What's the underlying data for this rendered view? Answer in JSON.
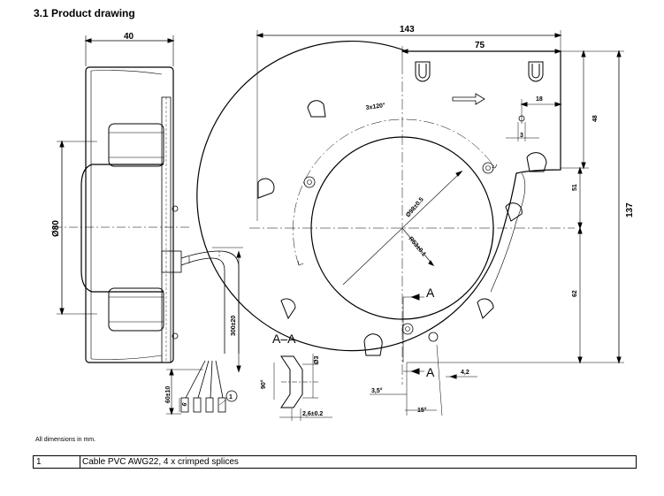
{
  "heading": "3.1 Product drawing",
  "dimensions": {
    "width_40": "40",
    "dia_80": "Ø80",
    "cable_len": "300±20",
    "strip_60": "60±10",
    "splice_6": "6",
    "callout_1": "1",
    "overall_143": "143",
    "overall_75": "75",
    "offset_18": "18",
    "offset_48": "48",
    "hole_3": "3",
    "angle_3x120": "3x120°",
    "dia_98": "Ø98±0.5",
    "radius_53": "R53±0.1",
    "height_51": "51",
    "height_62": "62",
    "height_137": "137",
    "section_a_top": "A",
    "section_a_bottom": "A",
    "section_title": "A–A",
    "angle_90": "90°",
    "dia_3": "Ø3",
    "thick_2_6": "2,6±0.2",
    "dist_4_2": "4,2",
    "angle_3_5": "3,5°",
    "angle_15": "15°"
  },
  "note": "All dimensions in mm.",
  "legend": [
    {
      "num": "1",
      "desc": "Cable PVC AWG22, 4 x crimped splices"
    }
  ]
}
